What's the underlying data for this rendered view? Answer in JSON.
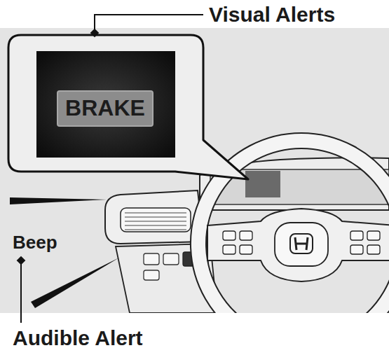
{
  "diagram": {
    "nodes": [
      {
        "text": [
          "BRAKE"
        ]
      }
    ],
    "labels": [
      "Visual Alerts",
      "Beep",
      "Audible Alert"
    ]
  }
}
